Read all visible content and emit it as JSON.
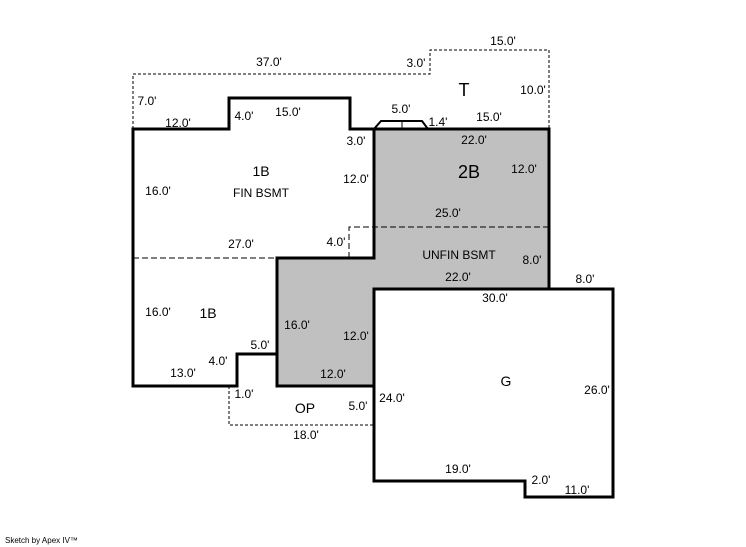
{
  "colors": {
    "unfinished_fill": "#c0c0c0",
    "line": "#000000"
  },
  "areas": {
    "t_label": "T",
    "b1_upper_label": "1B",
    "b1_upper_sub": "FIN BSMT",
    "b2_label": "2B",
    "b2_sub": "UNFIN BSMT",
    "b1_lower_label": "1B",
    "garage_label": "G",
    "porch_label": "OP"
  },
  "dimensions": [
    "15.0'",
    "37.0'",
    "3.0'",
    "10.0'",
    "7.0'",
    "12.0'",
    "4.0'",
    "15.0'",
    "5.0'",
    "1.4'",
    "15.0'",
    "22.0'",
    "3.0'",
    "12.0'",
    "12.0'",
    "16.0'",
    "25.0'",
    "27.0'",
    "4.0'",
    "8.0'",
    "22.0'",
    "8.0'",
    "30.0'",
    "16.0'",
    "16.0'",
    "12.0'",
    "5.0'",
    "4.0'",
    "13.0'",
    "12.0'",
    "26.0'",
    "1.0'",
    "24.0'",
    "5.0'",
    "18.0'",
    "19.0'",
    "2.0'",
    "11.0'"
  ],
  "credit": "Sketch by Apex IV™"
}
